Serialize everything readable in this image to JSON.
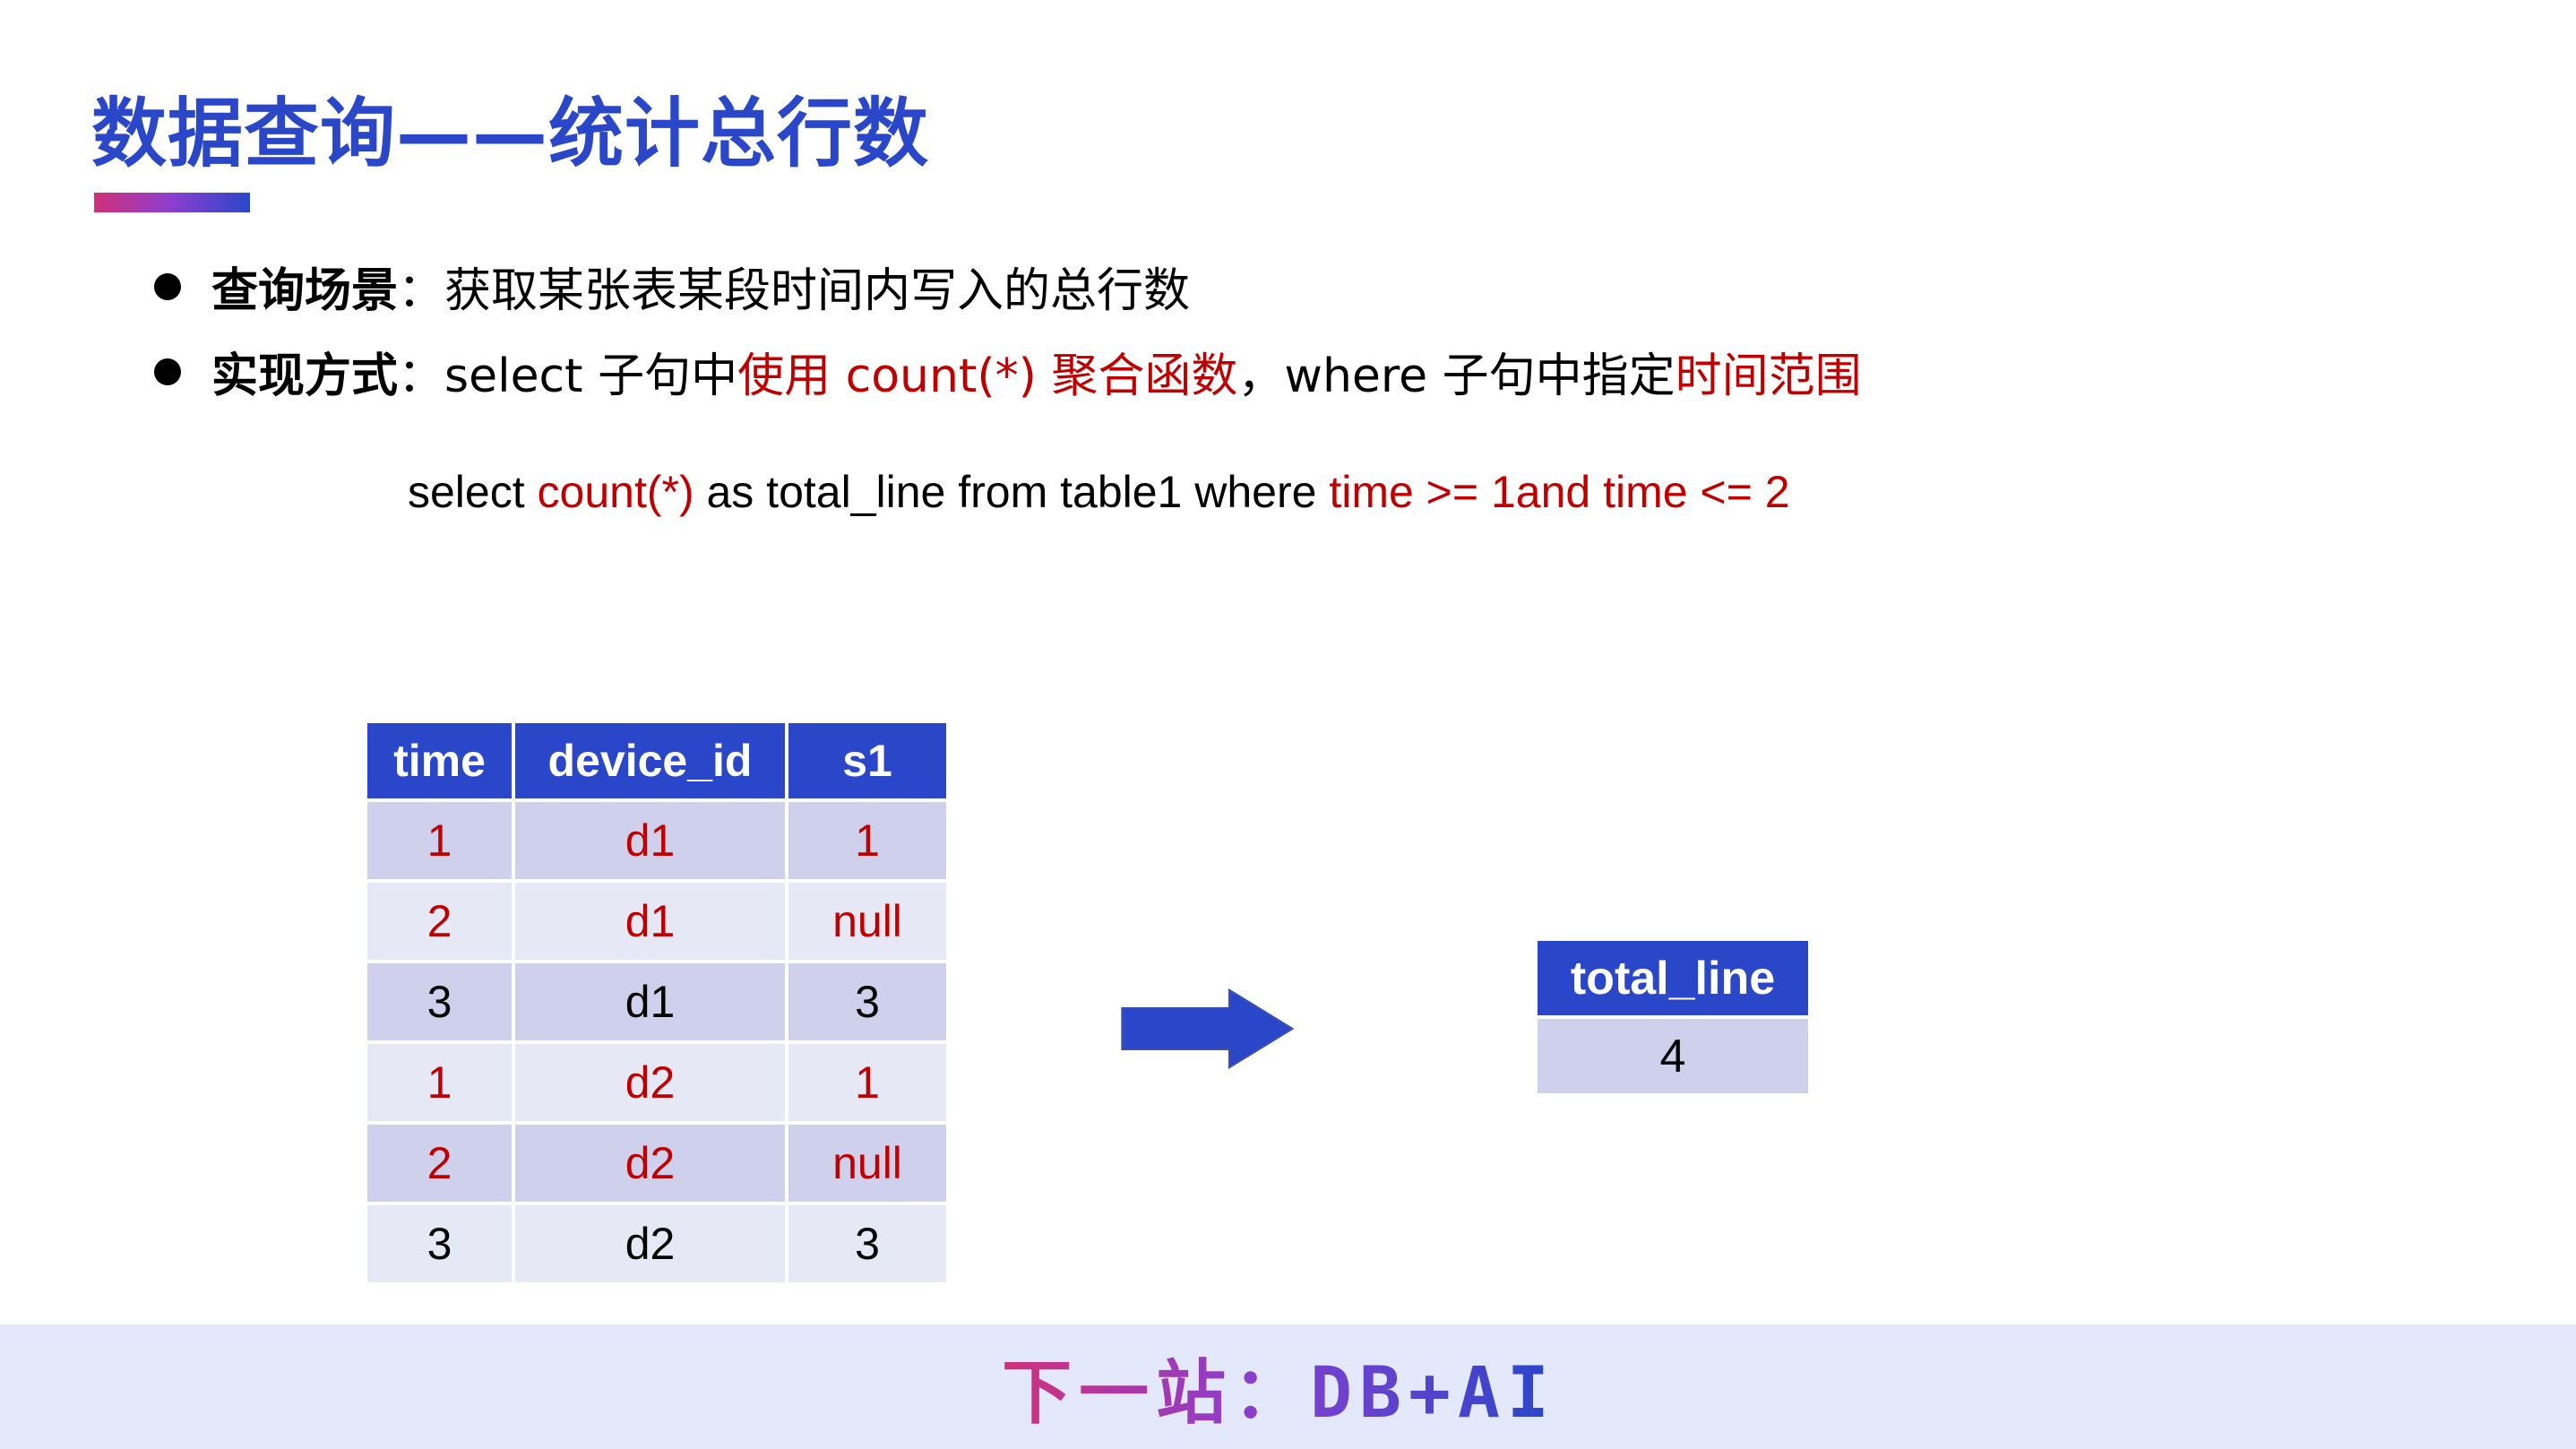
{
  "slide": {
    "title": "数据查询——统计总行数",
    "accent_colors": {
      "title_blue": "#2a47c9",
      "highlight_red": "#c00000",
      "gradient_start": "#d0317a",
      "gradient_mid": "#8a3ed0"
    }
  },
  "bullets": [
    {
      "lead": "查询场景",
      "separator": "：",
      "segments": [
        {
          "text": "获取某张表某段时间内写入的总行数",
          "highlight": false
        }
      ]
    },
    {
      "lead": "实现方式",
      "separator": "：",
      "segments": [
        {
          "text": "select 子句中",
          "highlight": false
        },
        {
          "text": "使用 count(*) 聚合函数",
          "highlight": true
        },
        {
          "text": "，where 子句中指定",
          "highlight": false
        },
        {
          "text": "时间范围",
          "highlight": true
        }
      ]
    }
  ],
  "sql": {
    "segments": [
      {
        "text": "select ",
        "highlight": false
      },
      {
        "text": "count(*)",
        "highlight": true
      },
      {
        "text": " as total_line from table1 where ",
        "highlight": false
      },
      {
        "text": "time >= 1and time <= 2",
        "highlight": true
      }
    ]
  },
  "source_table": {
    "columns": [
      "time",
      "device_id",
      "s1"
    ],
    "rows": [
      {
        "cells": [
          "1",
          "d1",
          "1"
        ],
        "highlight": true
      },
      {
        "cells": [
          "2",
          "d1",
          "null"
        ],
        "highlight": true
      },
      {
        "cells": [
          "3",
          "d1",
          "3"
        ],
        "highlight": false
      },
      {
        "cells": [
          "1",
          "d2",
          "1"
        ],
        "highlight": true
      },
      {
        "cells": [
          "2",
          "d2",
          "null"
        ],
        "highlight": true
      },
      {
        "cells": [
          "3",
          "d2",
          "3"
        ],
        "highlight": false
      }
    ]
  },
  "arrow": {
    "icon": "right-arrow-icon"
  },
  "result_table": {
    "columns": [
      "total_line"
    ],
    "rows": [
      [
        "4"
      ]
    ]
  },
  "footer": {
    "text": "下一站：DB+AI"
  }
}
